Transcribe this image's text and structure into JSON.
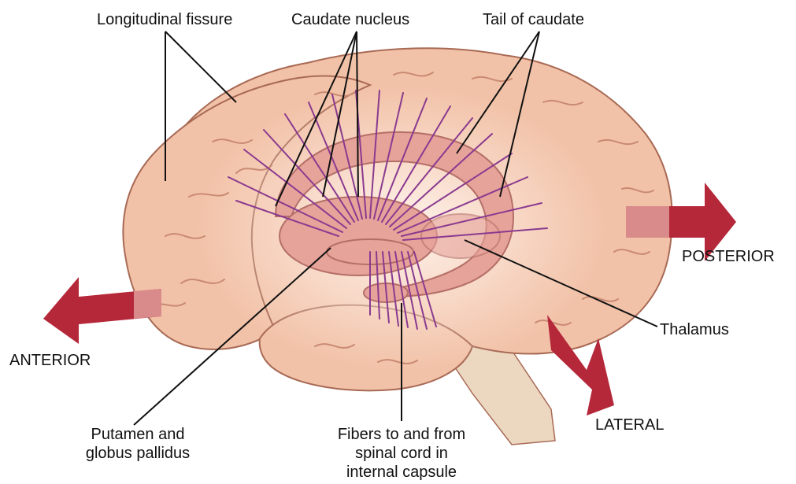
{
  "labels": {
    "longitudinal_fissure": "Longitudinal fissure",
    "caudate_nucleus": "Caudate nucleus",
    "tail_of_caudate": "Tail of caudate",
    "posterior": "POSTERIOR",
    "anterior": "ANTERIOR",
    "thalamus": "Thalamus",
    "lateral": "LATERAL",
    "putamen_line1": "Putamen and",
    "putamen_line2": "globus pallidus",
    "fibers_line1": "Fibers to and from",
    "fibers_line2": "spinal cord in",
    "fibers_line3": "internal capsule"
  },
  "colors": {
    "brain_fill": "#f2c2a8",
    "brain_outline": "#a86a55",
    "sulcus": "#c98a72",
    "nuclei_fill": "#e6a39a",
    "nuclei_outline": "#b46e68",
    "fibers": "#8a3a8f",
    "arrow": "#b5283a",
    "arrow_tail": "#d98a8a",
    "brainstem": "#ecd7c0",
    "leader": "#111111"
  }
}
